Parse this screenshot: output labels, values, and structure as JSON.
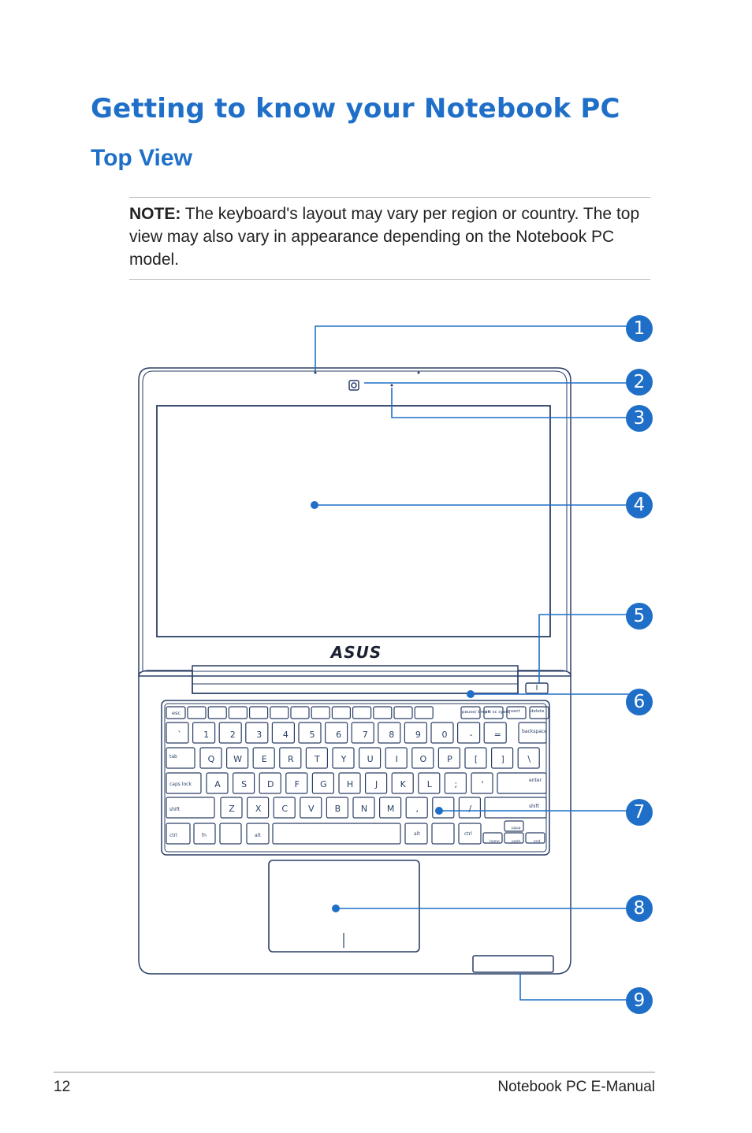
{
  "heading": "Getting to know your Notebook PC",
  "subheading": "Top View",
  "note": {
    "label": "NOTE:",
    "text": " The keyboard's layout may vary per region or country. The top view may also vary in appearance depending on the Notebook PC model."
  },
  "logo_text": "ASUS",
  "callouts": [
    "1",
    "2",
    "3",
    "4",
    "5",
    "6",
    "7",
    "8",
    "9"
  ],
  "keys": {
    "esc": "esc",
    "pause": "pause/ break",
    "prtsc": "prt sc sysrq",
    "insert": "insert",
    "delete": "delete",
    "backspace": "backspace",
    "tab": "tab",
    "capslock": "caps lock",
    "enter": "enter",
    "shift": "shift",
    "ctrl": "ctrl",
    "fn": "fn",
    "alt": "alt",
    "pgup": "pgup",
    "pgdn": "pgdn",
    "home": "home",
    "end": "end"
  },
  "footer": {
    "page_number": "12",
    "manual_title": "Notebook PC E-Manual"
  },
  "colors": {
    "accent": "#1f6fc8",
    "outline": "#2a3f66"
  }
}
